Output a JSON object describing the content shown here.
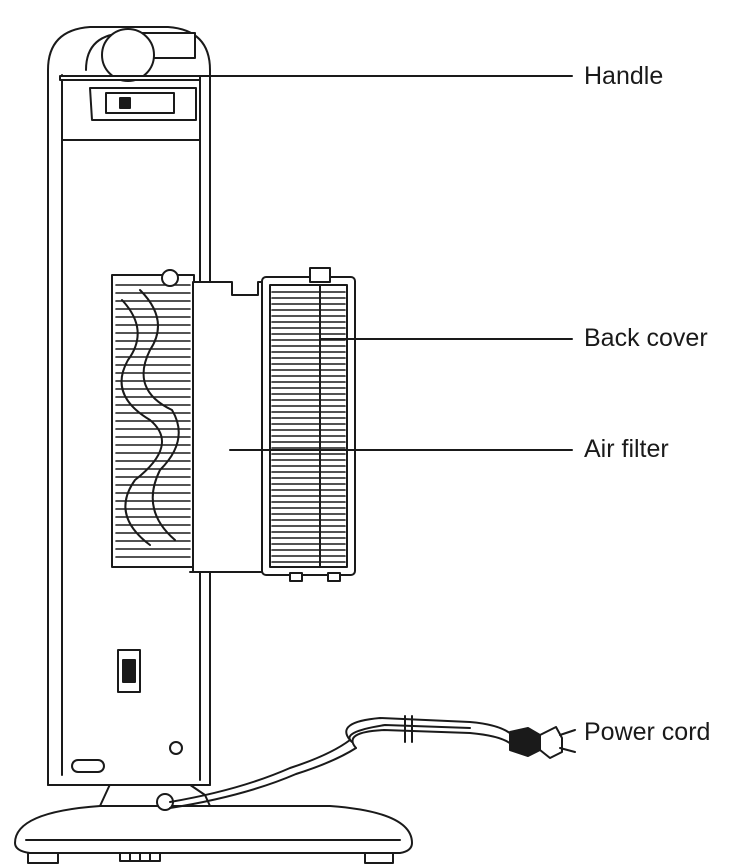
{
  "labels": {
    "handle": "Handle",
    "back_cover": "Back cover",
    "air_filter": "Air filter",
    "power_cord": "Power cord"
  },
  "colors": {
    "line": "#1a1a1a",
    "fill": "#ffffff"
  }
}
